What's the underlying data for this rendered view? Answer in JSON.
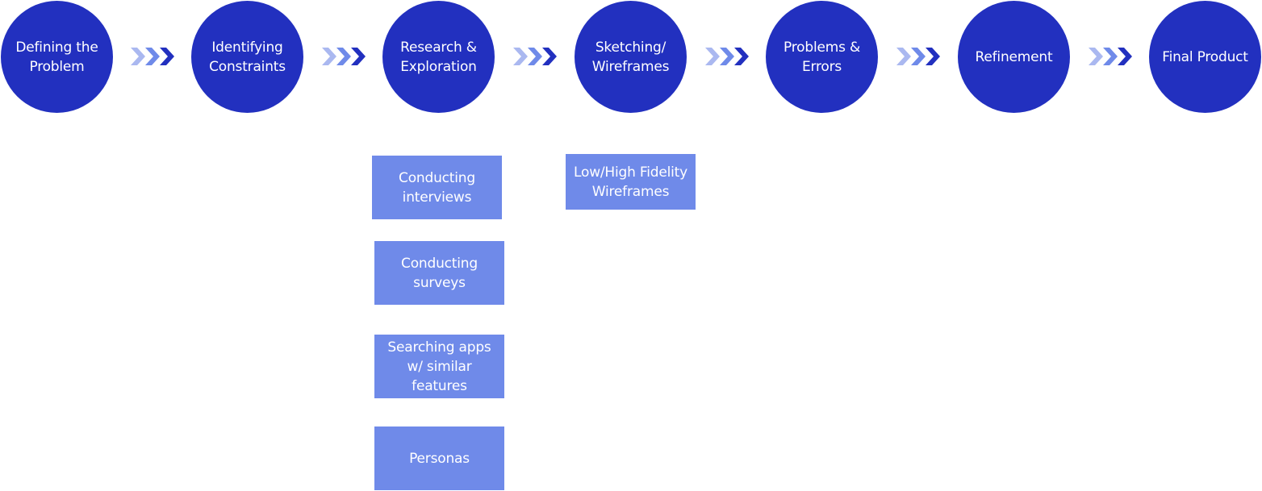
{
  "steps": [
    {
      "label": "Defining the\nProblem"
    },
    {
      "label": "Identifying\nConstraints"
    },
    {
      "label": "Research &\nExploration"
    },
    {
      "label": "Sketching/\nWireframes"
    },
    {
      "label": "Problems &\nErrors"
    },
    {
      "label": "Refinement"
    },
    {
      "label": "Final Product"
    }
  ],
  "research_items": [
    {
      "label": "Conducting\ninterviews"
    },
    {
      "label": "Conducting\nsurveys"
    },
    {
      "label": "Searching apps\nw/ similar\nfeatures"
    },
    {
      "label": "Personas"
    }
  ],
  "sketching_items": [
    {
      "label": "Low/High Fidelity\nWireframes"
    }
  ],
  "colors": {
    "step_circle": "#2230bf",
    "sub_box": "#6f8ae9",
    "chevron_light": "#aab8f0",
    "chevron_mid": "#6f8ae9",
    "chevron_dark": "#2230bf"
  }
}
